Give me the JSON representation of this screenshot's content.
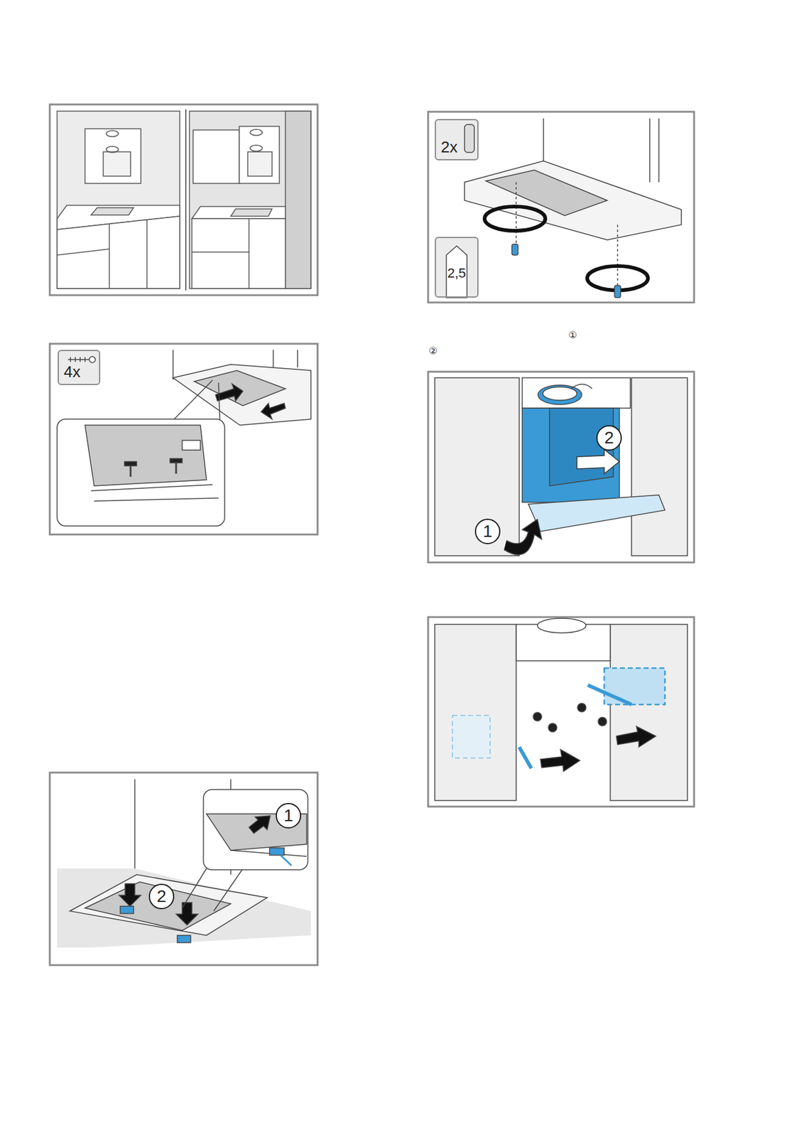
{
  "diagram": {
    "nodes": [
      {
        "text": [
          "4x"
        ]
      },
      {
        "text": [
          "1"
        ]
      },
      {
        "text": [
          "2"
        ]
      },
      {
        "text": [
          "2x"
        ]
      },
      {
        "text": [
          "2,5"
        ]
      },
      {
        "text": [
          "2"
        ]
      },
      {
        "text": [
          "1"
        ]
      }
    ],
    "labels": [
      "①",
      "②"
    ]
  }
}
